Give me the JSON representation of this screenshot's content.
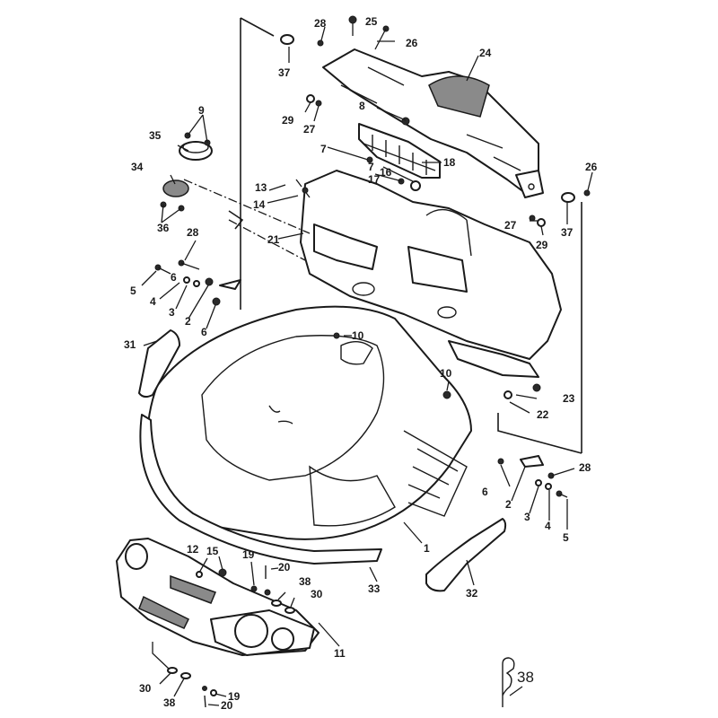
{
  "diagram": {
    "title": "Front cowling / headlight assembly exploded parts view",
    "colors": {
      "ink": "#1a1a1a",
      "paper": "#ffffff",
      "hatch": "#8a8a8a"
    },
    "callouts": [
      {
        "id": "c1",
        "label": "1",
        "part": "front-cowling"
      },
      {
        "id": "c2a",
        "label": "2",
        "part": "bracket-left"
      },
      {
        "id": "c2b",
        "label": "2",
        "part": "bracket-right"
      },
      {
        "id": "c3a",
        "label": "3",
        "part": "collar-left"
      },
      {
        "id": "c3b",
        "label": "3",
        "part": "collar-right"
      },
      {
        "id": "c4a",
        "label": "4",
        "part": "washer-left"
      },
      {
        "id": "c4b",
        "label": "4",
        "part": "washer-right"
      },
      {
        "id": "c5a",
        "label": "5",
        "part": "bolt-left"
      },
      {
        "id": "c5b",
        "label": "5",
        "part": "bolt-right"
      },
      {
        "id": "c6a",
        "label": "6",
        "part": "nut-left-a"
      },
      {
        "id": "c6b",
        "label": "6",
        "part": "nut-left-b"
      },
      {
        "id": "c6c",
        "label": "6",
        "part": "nut-right"
      },
      {
        "id": "c7a",
        "label": "7",
        "part": "screw-grille"
      },
      {
        "id": "c7b",
        "label": "7",
        "part": "screw-panel"
      },
      {
        "id": "c8",
        "label": "8",
        "part": "screw-upper"
      },
      {
        "id": "c9",
        "label": "9",
        "part": "screw-cap"
      },
      {
        "id": "c10a",
        "label": "10",
        "part": "grommet-center"
      },
      {
        "id": "c10b",
        "label": "10",
        "part": "grommet-right"
      },
      {
        "id": "c11",
        "label": "11",
        "part": "headlight-lens"
      },
      {
        "id": "c12",
        "label": "12",
        "part": "nut-headlight"
      },
      {
        "id": "c13",
        "label": "13",
        "part": "clip"
      },
      {
        "id": "c14",
        "label": "14",
        "part": "screw-clip"
      },
      {
        "id": "c15",
        "label": "15",
        "part": "screw-headlight"
      },
      {
        "id": "c16",
        "label": "16",
        "part": "clamp"
      },
      {
        "id": "c17",
        "label": "17",
        "part": "screw-clamp"
      },
      {
        "id": "c18",
        "label": "18",
        "part": "grille"
      },
      {
        "id": "c19a",
        "label": "19",
        "part": "washer-upper"
      },
      {
        "id": "c19b",
        "label": "19",
        "part": "washer-lower"
      },
      {
        "id": "c20a",
        "label": "20",
        "part": "spring-upper"
      },
      {
        "id": "c20b",
        "label": "20",
        "part": "spring-lower"
      },
      {
        "id": "c21",
        "label": "21",
        "part": "inner-panel"
      },
      {
        "id": "c22",
        "label": "22",
        "part": "damper"
      },
      {
        "id": "c23",
        "label": "23",
        "part": "screw-damper"
      },
      {
        "id": "c24",
        "label": "24",
        "part": "upper-cover"
      },
      {
        "id": "c25",
        "label": "25",
        "part": "bolt-top"
      },
      {
        "id": "c26a",
        "label": "26",
        "part": "screw-top"
      },
      {
        "id": "c26b",
        "label": "26",
        "part": "screw-right"
      },
      {
        "id": "c27a",
        "label": "27",
        "part": "nut-left"
      },
      {
        "id": "c27b",
        "label": "27",
        "part": "nut-right"
      },
      {
        "id": "c28a",
        "label": "28",
        "part": "bolt-top-left"
      },
      {
        "id": "c28b",
        "label": "28",
        "part": "bolt-left"
      },
      {
        "id": "c28c",
        "label": "28",
        "part": "bolt-right"
      },
      {
        "id": "c29a",
        "label": "29",
        "part": "washer-left"
      },
      {
        "id": "c29b",
        "label": "29",
        "part": "washer-right"
      },
      {
        "id": "c30a",
        "label": "30",
        "part": "grommet-upper"
      },
      {
        "id": "c30b",
        "label": "30",
        "part": "grommet-lower"
      },
      {
        "id": "c31",
        "label": "31",
        "part": "side-molding-left"
      },
      {
        "id": "c32",
        "label": "32",
        "part": "side-molding-right"
      },
      {
        "id": "c33",
        "label": "33",
        "part": "lower-molding"
      },
      {
        "id": "c34",
        "label": "34",
        "part": "emblem"
      },
      {
        "id": "c35",
        "label": "35",
        "part": "cap"
      },
      {
        "id": "c36",
        "label": "36",
        "part": "clip-emblem"
      },
      {
        "id": "c37a",
        "label": "37",
        "part": "collar-top"
      },
      {
        "id": "c37b",
        "label": "37",
        "part": "collar-right"
      },
      {
        "id": "c38a",
        "label": "38",
        "part": "grommet-upper"
      },
      {
        "id": "c38b",
        "label": "38",
        "part": "grommet-lower"
      },
      {
        "id": "c38c",
        "label": "38",
        "part": "spring-clip-detail"
      }
    ]
  }
}
